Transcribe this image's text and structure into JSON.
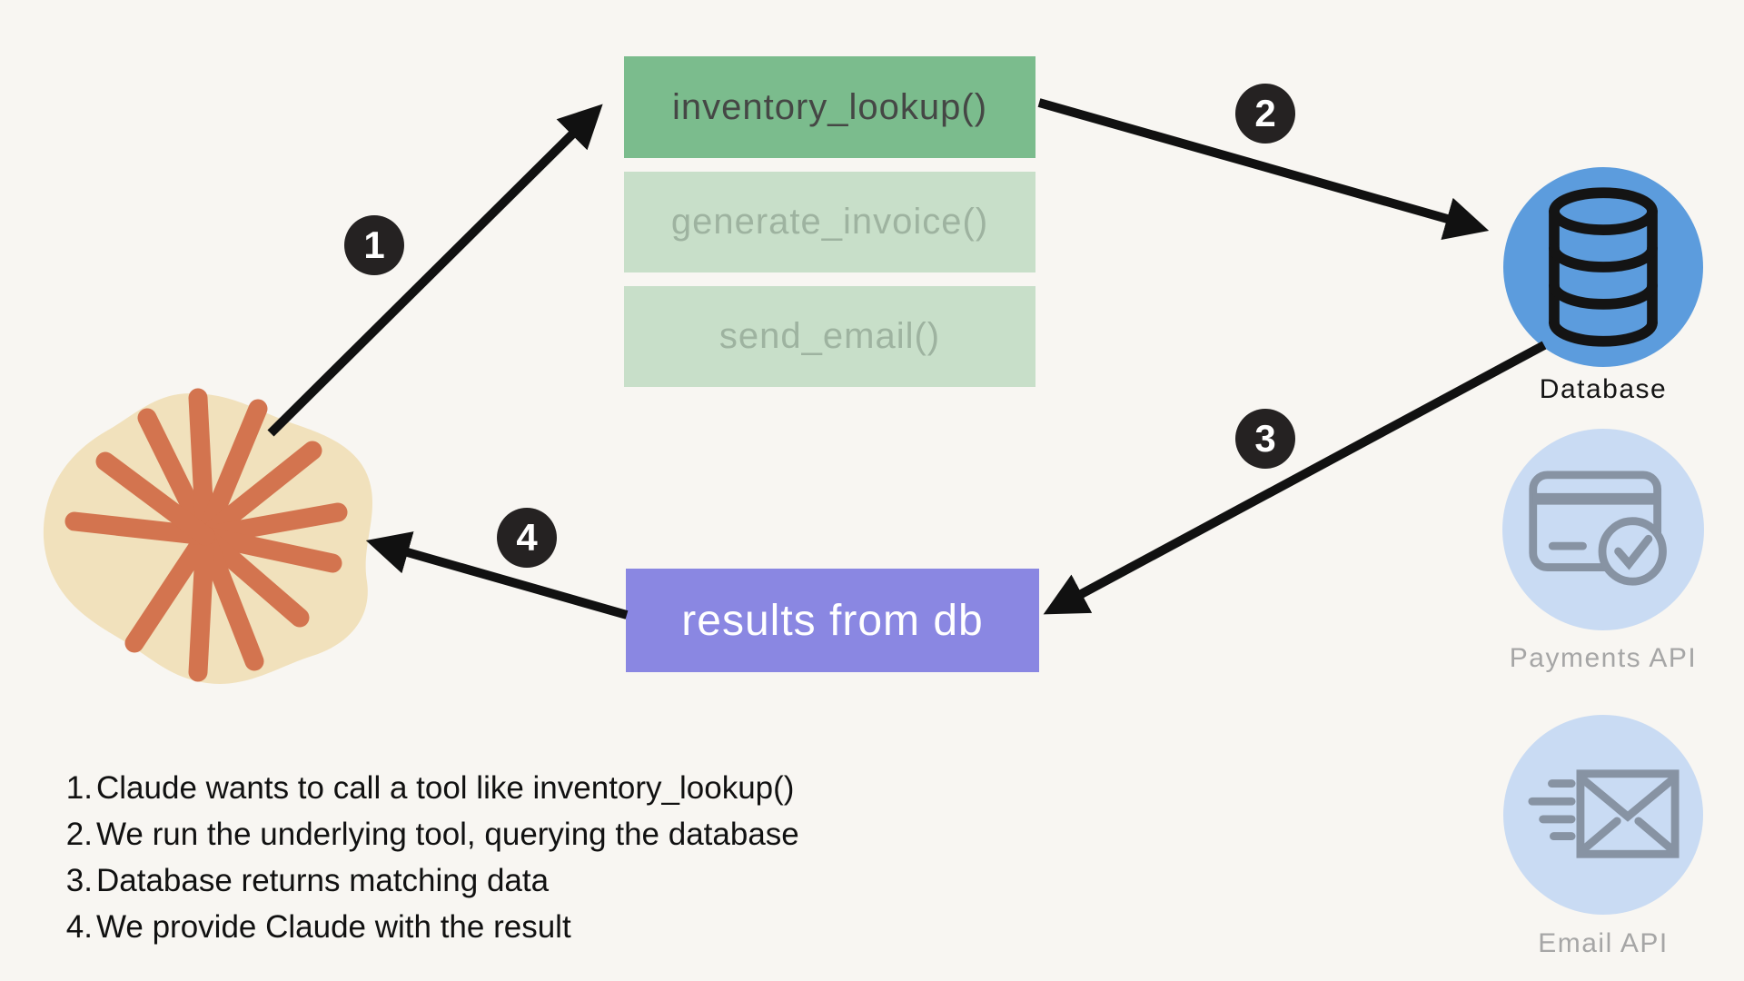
{
  "colors": {
    "bg": "#f8f6f2",
    "green-active": "#7bbc8d",
    "green-muted": "#c8dfc9",
    "green-text-active": "#454745",
    "green-text-muted": "#9eb3a0",
    "purple": "#8a87e2",
    "purple-text": "#ffffff",
    "blue": "#5c9cdd",
    "blue-light": "#c9dbf3",
    "icon-gray": "#8793a3",
    "label-gray": "#a6a6a6",
    "label-dark": "#141414",
    "beige": "#f1e1bc",
    "terracotta": "#d3744f",
    "badge-bg": "#252222",
    "badge-text": "#ffffff",
    "arrow": "#111111",
    "text-dark": "#111111"
  },
  "tools": {
    "items": [
      {
        "label": "inventory_lookup()",
        "state": "active"
      },
      {
        "label": "generate_invoice()",
        "state": "muted"
      },
      {
        "label": "send_email()",
        "state": "muted"
      }
    ]
  },
  "result_box": {
    "label": "results from db"
  },
  "services": [
    {
      "name": "Database",
      "icon": "database-cylinder-icon",
      "state": "primary"
    },
    {
      "name": "Payments API",
      "icon": "credit-card-check-icon",
      "state": "faded"
    },
    {
      "name": "Email API",
      "icon": "envelope-send-icon",
      "state": "faded"
    }
  ],
  "actor": {
    "name": "Claude",
    "icon": "claude-starburst-icon"
  },
  "steps": {
    "badges": [
      "1",
      "2",
      "3",
      "4"
    ]
  },
  "legend": {
    "items": [
      {
        "num": "1.",
        "text": "Claude wants to call a tool like inventory_lookup()"
      },
      {
        "num": "2.",
        "text": "We run the underlying tool, querying the database"
      },
      {
        "num": "3.",
        "text": "Database returns matching data"
      },
      {
        "num": "4.",
        "text": "We provide Claude with the result"
      }
    ]
  }
}
